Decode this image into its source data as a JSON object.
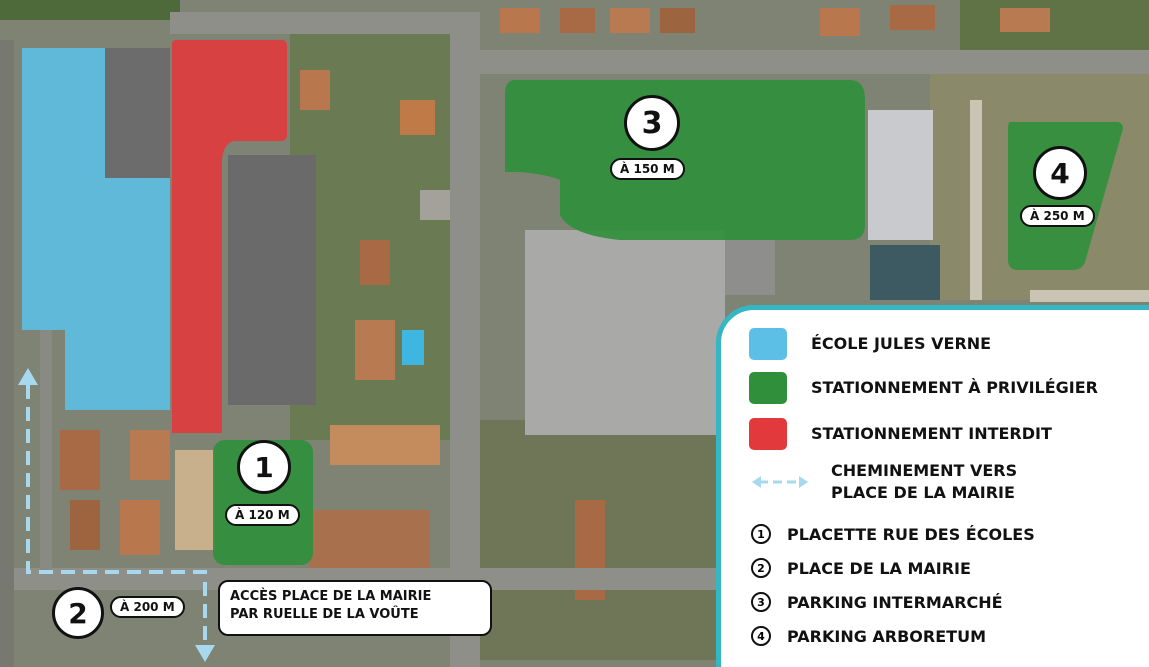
{
  "colors": {
    "ecole": "#5cc0e6",
    "stationnement_privilegier": "#2f8f3b",
    "stationnement_interdit": "#e23a3c",
    "cheminement": "#a8d8ee",
    "legend_border": "#35b6c3"
  },
  "markers": [
    {
      "number": "1",
      "distance": "À 120 M"
    },
    {
      "number": "2",
      "distance": "À 200 M"
    },
    {
      "number": "3",
      "distance": "À 150 M"
    },
    {
      "number": "4",
      "distance": "À 250 M"
    }
  ],
  "callout": {
    "line1": "ACCÈS PLACE DE LA MAIRIE",
    "line2": "PAR RUELLE DE LA VOÛTE"
  },
  "legend": {
    "items": [
      {
        "label": "ÉCOLE JULES VERNE"
      },
      {
        "label": "STATIONNEMENT À PRIVILÉGIER"
      },
      {
        "label": "STATIONNEMENT INTERDIT"
      },
      {
        "label_line1": "CHEMINEMENT VERS",
        "label_line2": "PLACE DE LA MAIRIE"
      }
    ],
    "numbered": [
      {
        "number": "1",
        "label": "PLACETTE RUE DES ÉCOLES"
      },
      {
        "number": "2",
        "label": "PLACE DE LA MAIRIE"
      },
      {
        "number": "3",
        "label": "PARKING INTERMARCHÉ"
      },
      {
        "number": "4",
        "label": "PARKING ARBORETUM"
      }
    ]
  }
}
